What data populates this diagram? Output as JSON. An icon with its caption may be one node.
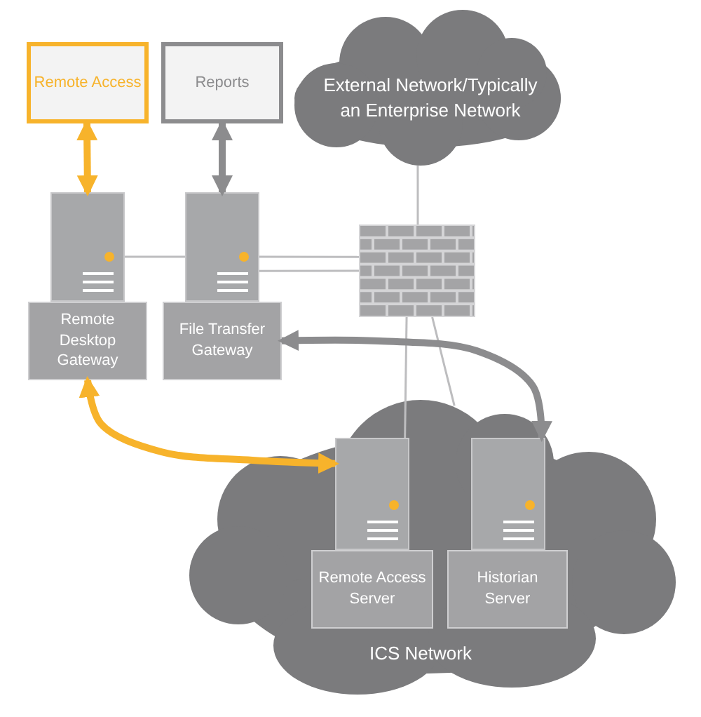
{
  "diagram": {
    "nodes": [
      {
        "text": [
          "Remote Access"
        ]
      },
      {
        "text": [
          "Reports"
        ]
      },
      {
        "text": [
          "External Network/Typically an Enterprise Network"
        ]
      },
      {
        "text": [
          "Remote Desktop Gateway"
        ]
      },
      {
        "text": [
          "File Transfer Gateway"
        ]
      },
      {
        "text": [],
        "shape": "wall"
      },
      {
        "text": [
          "ICS Network"
        ]
      },
      {
        "text": [
          "Remote Access Server"
        ],
        "in": 6
      },
      {
        "text": [
          "Historian Server"
        ],
        "in": 6
      }
    ],
    "edges": [
      {
        "from": 0,
        "to": 3,
        "arrow": "both",
        "style": "thick",
        "color": "#f7b32b"
      },
      {
        "from": 1,
        "to": 4,
        "arrow": "both",
        "style": "thick",
        "color": "#8c8c8e"
      },
      {
        "from": 3,
        "to": 4,
        "arrow": "none"
      },
      {
        "from": 4,
        "to": 5,
        "arrow": "none"
      },
      {
        "from": 4,
        "to": 5,
        "arrow": "none"
      },
      {
        "from": 2,
        "to": 5,
        "arrow": "none"
      },
      {
        "from": 5,
        "to": 7,
        "arrow": "none"
      },
      {
        "from": 5,
        "to": 6,
        "arrow": "none"
      },
      {
        "from": 8,
        "to": 4,
        "arrow": "both",
        "style": "thick",
        "color": "#8c8c8e"
      },
      {
        "from": 3,
        "to": 7,
        "arrow": "both",
        "style": "thick",
        "color": "#f7b32b"
      }
    ]
  }
}
